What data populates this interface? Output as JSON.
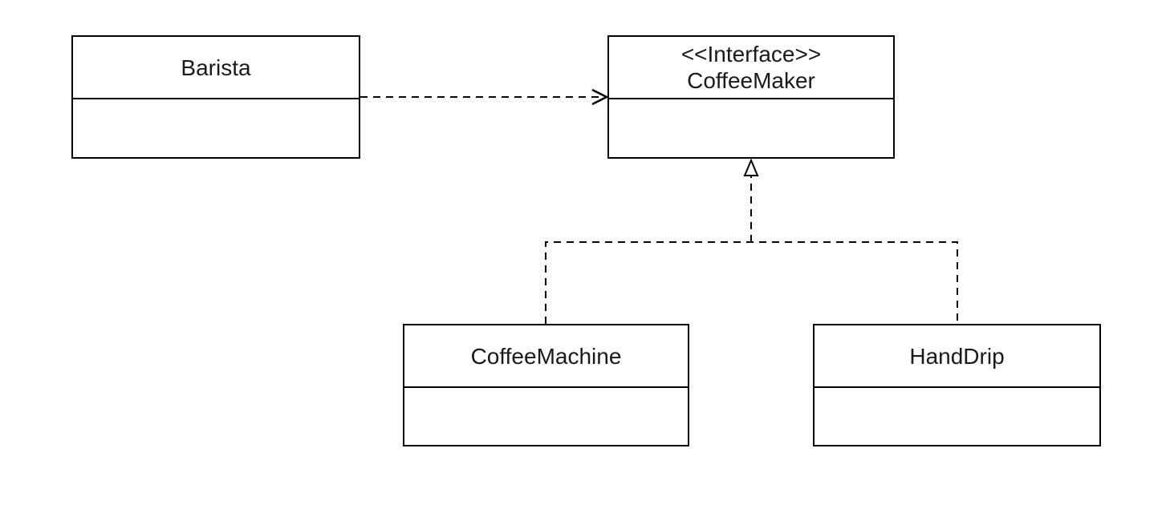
{
  "diagram": {
    "type": "uml-class-diagram",
    "classes": [
      {
        "id": "barista",
        "stereotype": "",
        "name": "Barista"
      },
      {
        "id": "coffeemaker",
        "stereotype": "<<Interface>>",
        "name": "CoffeeMaker"
      },
      {
        "id": "coffeemachine",
        "stereotype": "",
        "name": "CoffeeMachine"
      },
      {
        "id": "handdrip",
        "stereotype": "",
        "name": "HandDrip"
      }
    ],
    "relationships": [
      {
        "from": "Barista",
        "to": "CoffeeMaker",
        "type": "dependency",
        "line": "dashed",
        "arrowhead": "open-arrow"
      },
      {
        "from": "CoffeeMachine",
        "to": "CoffeeMaker",
        "type": "realization",
        "line": "dashed",
        "arrowhead": "hollow-triangle"
      },
      {
        "from": "HandDrip",
        "to": "CoffeeMaker",
        "type": "realization",
        "line": "dashed",
        "arrowhead": "hollow-triangle"
      }
    ],
    "colors": {
      "line": "#000000",
      "text": "#1a1a1a",
      "background": "#ffffff",
      "box_fill": "#ffffff"
    }
  }
}
